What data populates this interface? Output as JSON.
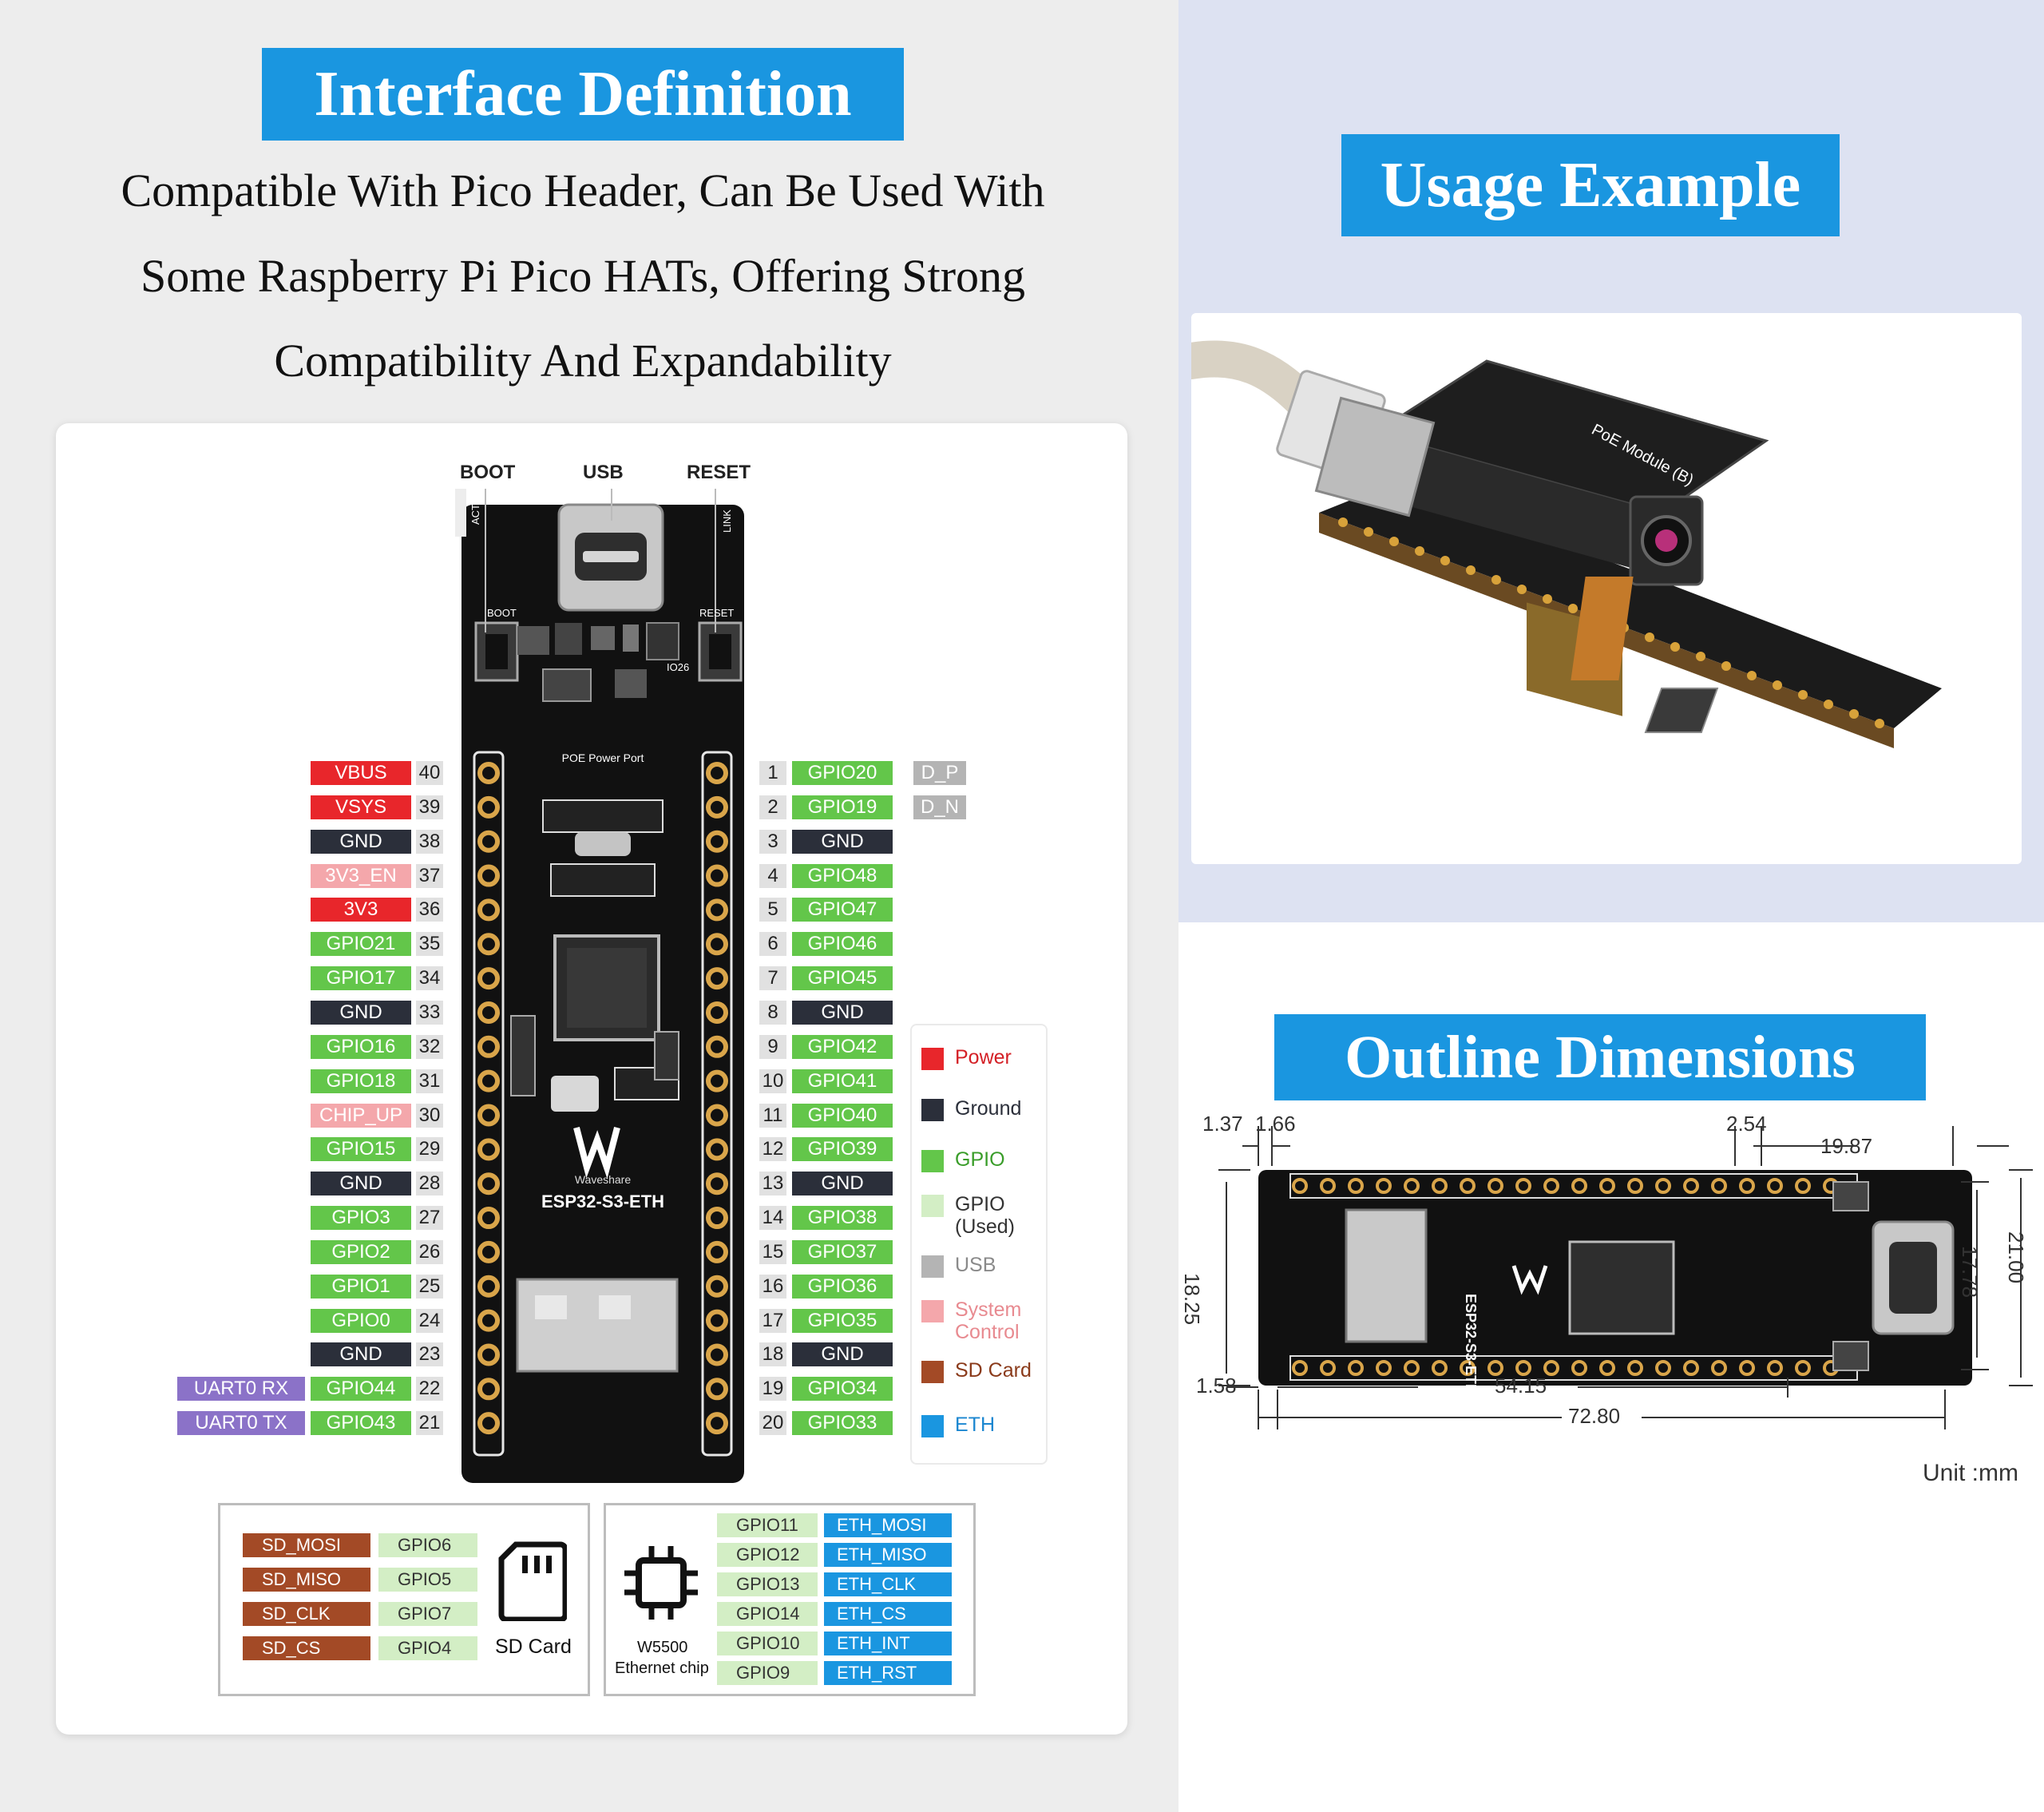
{
  "left": {
    "banner": "Interface Definition",
    "subtitle_lines": [
      "Compatible With Pico Header, Can Be Used With",
      "Some Raspberry Pi Pico HATs, Offering Strong",
      "Compatibility And Expandability"
    ],
    "top_labels": {
      "boot": "BOOT",
      "usb": "USB",
      "reset": "RESET"
    },
    "board_texts": {
      "name": "ESP32-S3-ETH",
      "brand": "Waveshare",
      "poe": "POE Power Port",
      "act": "ACT",
      "link": "LINK",
      "boot_silk": "BOOT",
      "reset_silk": "RESET",
      "io26": "IO26"
    },
    "left_pins": [
      {
        "num": "40",
        "label": "VBUS",
        "type": "power"
      },
      {
        "num": "39",
        "label": "VSYS",
        "type": "power"
      },
      {
        "num": "38",
        "label": "GND",
        "type": "ground"
      },
      {
        "num": "37",
        "label": "3V3_EN",
        "type": "system"
      },
      {
        "num": "36",
        "label": "3V3",
        "type": "power"
      },
      {
        "num": "35",
        "label": "GPIO21",
        "type": "gpio"
      },
      {
        "num": "34",
        "label": "GPIO17",
        "type": "gpio"
      },
      {
        "num": "33",
        "label": "GND",
        "type": "ground"
      },
      {
        "num": "32",
        "label": "GPIO16",
        "type": "gpio"
      },
      {
        "num": "31",
        "label": "GPIO18",
        "type": "gpio"
      },
      {
        "num": "30",
        "label": "CHIP_UP",
        "type": "system"
      },
      {
        "num": "29",
        "label": "GPIO15",
        "type": "gpio"
      },
      {
        "num": "28",
        "label": "GND",
        "type": "ground"
      },
      {
        "num": "27",
        "label": "GPIO3",
        "type": "gpio"
      },
      {
        "num": "26",
        "label": "GPIO2",
        "type": "gpio"
      },
      {
        "num": "25",
        "label": "GPIO1",
        "type": "gpio"
      },
      {
        "num": "24",
        "label": "GPIO0",
        "type": "gpio"
      },
      {
        "num": "23",
        "label": "GND",
        "type": "ground"
      },
      {
        "num": "22",
        "label": "GPIO44",
        "type": "gpio",
        "extra": "UART0 RX"
      },
      {
        "num": "21",
        "label": "GPIO43",
        "type": "gpio",
        "extra": "UART0 TX"
      }
    ],
    "right_pins": [
      {
        "num": "1",
        "label": "GPIO20",
        "type": "gpio",
        "extra": "D_P"
      },
      {
        "num": "2",
        "label": "GPIO19",
        "type": "gpio",
        "extra": "D_N"
      },
      {
        "num": "3",
        "label": "GND",
        "type": "ground"
      },
      {
        "num": "4",
        "label": "GPIO48",
        "type": "gpio"
      },
      {
        "num": "5",
        "label": "GPIO47",
        "type": "gpio"
      },
      {
        "num": "6",
        "label": "GPIO46",
        "type": "gpio"
      },
      {
        "num": "7",
        "label": "GPIO45",
        "type": "gpio"
      },
      {
        "num": "8",
        "label": "GND",
        "type": "ground"
      },
      {
        "num": "9",
        "label": "GPIO42",
        "type": "gpio"
      },
      {
        "num": "10",
        "label": "GPIO41",
        "type": "gpio"
      },
      {
        "num": "11",
        "label": "GPIO40",
        "type": "gpio"
      },
      {
        "num": "12",
        "label": "GPIO39",
        "type": "gpio"
      },
      {
        "num": "13",
        "label": "GND",
        "type": "ground"
      },
      {
        "num": "14",
        "label": "GPIO38",
        "type": "gpio"
      },
      {
        "num": "15",
        "label": "GPIO37",
        "type": "gpio"
      },
      {
        "num": "16",
        "label": "GPIO36",
        "type": "gpio"
      },
      {
        "num": "17",
        "label": "GPIO35",
        "type": "gpio"
      },
      {
        "num": "18",
        "label": "GND",
        "type": "ground"
      },
      {
        "num": "19",
        "label": "GPIO34",
        "type": "gpio"
      },
      {
        "num": "20",
        "label": "GPIO33",
        "type": "gpio"
      }
    ],
    "legend": [
      {
        "label": "Power",
        "type": "power"
      },
      {
        "label": "Ground",
        "type": "ground"
      },
      {
        "label": "GPIO",
        "type": "gpio"
      },
      {
        "label": "GPIO\n(Used)",
        "type": "used"
      },
      {
        "label": "USB",
        "type": "usb"
      },
      {
        "label": "System\nControl",
        "type": "system"
      },
      {
        "label": "SD Card",
        "type": "sd"
      },
      {
        "label": "ETH",
        "type": "eth"
      }
    ],
    "sd_box": {
      "rows": [
        {
          "func": "SD_MOSI",
          "gpio": "GPIO6"
        },
        {
          "func": "SD_MISO",
          "gpio": "GPIO5"
        },
        {
          "func": "SD_CLK",
          "gpio": "GPIO7"
        },
        {
          "func": "SD_CS",
          "gpio": "GPIO4"
        }
      ],
      "icon_label": "SD Card"
    },
    "eth_box": {
      "rows": [
        {
          "gpio": "GPIO11",
          "func": "ETH_MOSI"
        },
        {
          "gpio": "GPIO12",
          "func": "ETH_MISO"
        },
        {
          "gpio": "GPIO13",
          "func": "ETH_CLK"
        },
        {
          "gpio": "GPIO14",
          "func": "ETH_CS"
        },
        {
          "gpio": "GPIO10",
          "func": "ETH_INT"
        },
        {
          "gpio": "GPIO9",
          "func": "ETH_RST"
        }
      ],
      "chip_label_1": "W5500",
      "chip_label_2": "Ethernet chip"
    }
  },
  "usage": {
    "banner": "Usage Example",
    "module_text": "PoE Module (B)"
  },
  "outline": {
    "banner": "Outline Dimensions",
    "dims": {
      "d1": "1.37",
      "d2": "1.66",
      "d3": "2.54",
      "d4": "19.87",
      "d5": "18.25",
      "d6": "17.78",
      "d7": "21.00",
      "d8": "1.58",
      "d9": "54.15",
      "d10": "72.80"
    },
    "unit": "Unit :mm",
    "board_name": "ESP32-S3-ETH"
  },
  "colors": {
    "power": "#e8262b",
    "ground": "#2b2f3a",
    "gpio": "#63c64a",
    "used": "#d3eec5",
    "usb": "#b4b4b4",
    "system": "#f4a7ab",
    "sd": "#a34a26",
    "eth": "#1a96e0",
    "uart": "#8b72c8",
    "banner": "#1a96e0"
  }
}
